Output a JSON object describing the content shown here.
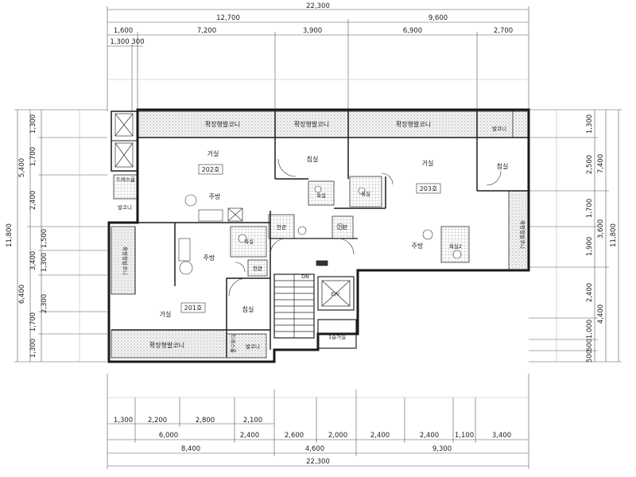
{
  "dims_top": {
    "total": "22,300",
    "row2": [
      "12,700",
      "9,600"
    ],
    "row3": [
      "1,600",
      "7,200",
      "3,900",
      "6,900",
      "2,700"
    ],
    "row4": "1,300 300"
  },
  "dims_bottom": {
    "row1": [
      "1,300",
      "2,200",
      "2,800",
      "2,100"
    ],
    "row2": [
      "6,000",
      "2,400",
      "2,600",
      "2,000",
      "2,400",
      "2,400",
      "1,100",
      "3,400"
    ],
    "row3": [
      "8,400",
      "4,600",
      "9,300"
    ],
    "total": "22,300"
  },
  "dims_left": {
    "outer": "11,800",
    "mid": [
      "5,400",
      "6,400"
    ],
    "inner_a": [
      "1,300",
      "1,700",
      "2,400"
    ],
    "inner_b": [
      "1,500",
      "3,400",
      "1,300",
      "2,300",
      "1,700",
      "1,300"
    ]
  },
  "dims_right": {
    "inner": [
      "1,300",
      "2,500",
      "1,700",
      "1,900",
      "2,400",
      "1,000",
      "600",
      "500"
    ],
    "mid": [
      "7,400",
      "3,600",
      "4,400"
    ],
    "outer": "11,800"
  },
  "rooms": {
    "balcony_top_a": "확장형발코니",
    "balcony_top_b": "확장형발코니",
    "balcony_top_c": "확장형발코니",
    "balcony_small_tr": "발코니",
    "living_202": "거실",
    "unit_202": "202호",
    "bedroom_202": "침실",
    "kitchen_202": "주방",
    "bath_202": "욕실",
    "entry_202": "현관",
    "living_203": "거실",
    "unit_203": "203호",
    "bedroom_203": "침실",
    "kitchen_203": "주방",
    "bath_203": "욕실",
    "bath_203b": "욕실2",
    "entry_203": "현관",
    "balcony_203_right": "확장형발코니",
    "dress_202": "드레스룸",
    "balcony_left_small": "발코니",
    "balcony_left_ext": "확장형발코니",
    "living_201": "거실",
    "unit_201": "201호",
    "bedroom_201": "침실",
    "kitchen_201": "주방",
    "bath_201": "욕실",
    "entry_201": "현관",
    "balcony_bottom": "확장형발코니",
    "balcony_bottom_small": "발코니",
    "dress_201": "드레스룸",
    "stair_label": "DN",
    "elevator": "E/V",
    "stair_up": "1층거실"
  }
}
